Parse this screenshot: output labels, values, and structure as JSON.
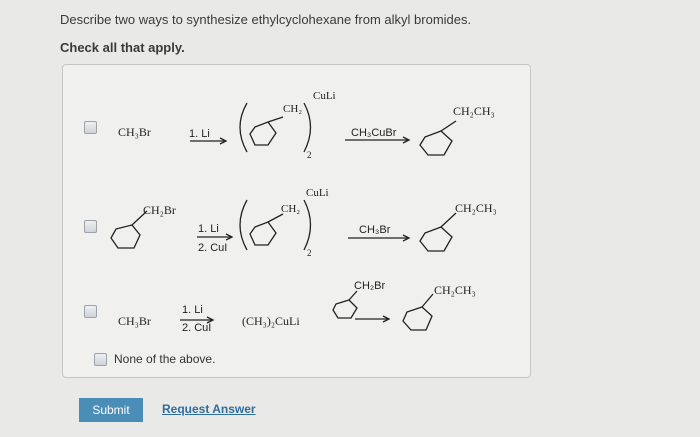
{
  "question": "Describe two ways to synthesize ethylcyclohexane from alkyl bromides.",
  "instruction": "Check all that apply.",
  "options": [
    {
      "start": "CH₃Br",
      "step1": "1. Li",
      "reagent_sub": "CH₂",
      "reagent_super": "CuLi",
      "reagent_count": "2",
      "step2": "CH₃CuBr",
      "product": "CH₂CH₃"
    },
    {
      "start": "CH₂Br",
      "step1": "1. Li",
      "step1b": "2. CuI",
      "reagent_sub": "CH₂",
      "reagent_super": "CuLi",
      "reagent_count": "2",
      "step2": "CH₃Br",
      "product": "CH₂CH₃"
    },
    {
      "start": "CH₃Br",
      "step1": "1. Li",
      "step1b": "2. CuI",
      "reagent": "(CH₃)₂CuLi",
      "substrate": "CH₂Br",
      "product": "CH₂CH₃"
    }
  ],
  "none_label": "None of the above.",
  "submit_label": "Submit",
  "request_label": "Request Answer"
}
